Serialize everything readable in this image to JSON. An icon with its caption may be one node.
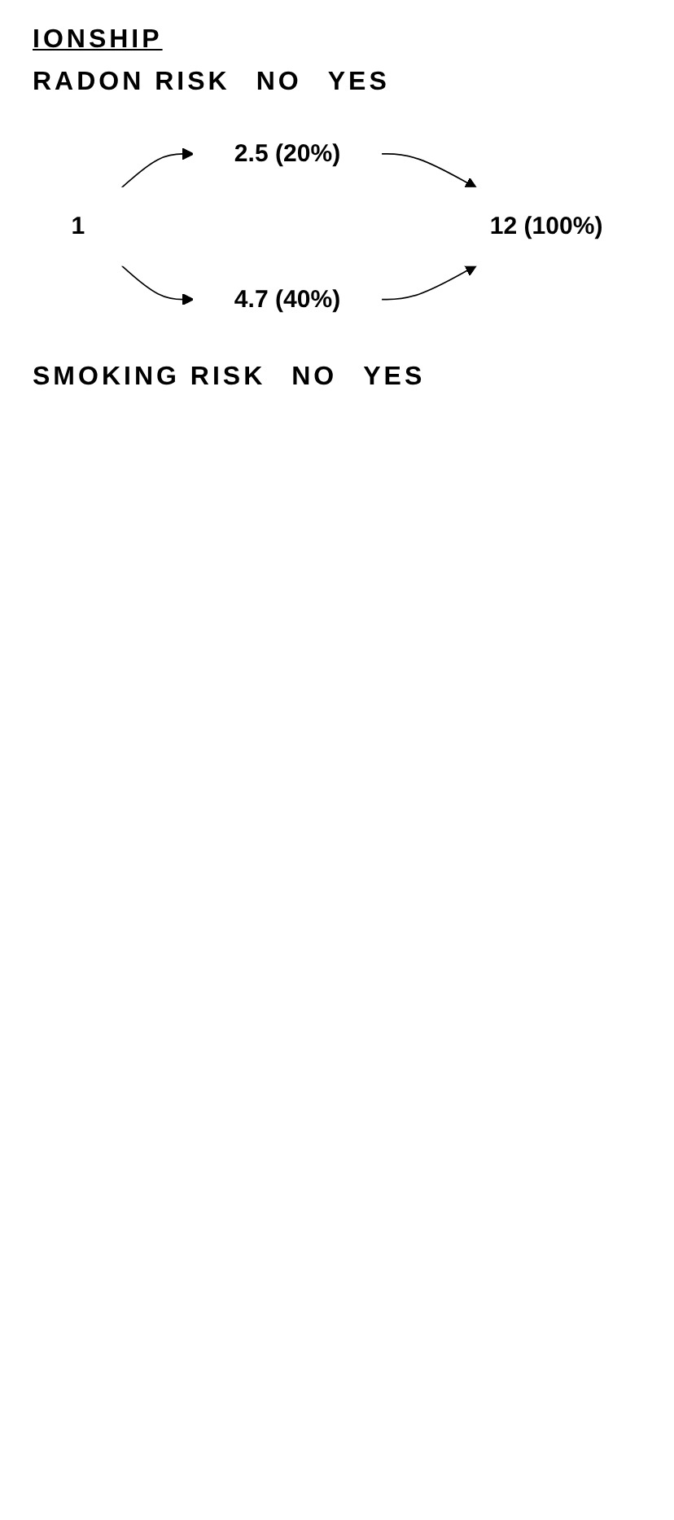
{
  "diagram": {
    "nodes": [
      {
        "text": [
          "1"
        ]
      },
      {
        "text": [
          "2.5 (20%)"
        ]
      },
      {
        "text": [
          "4.7 (40%)"
        ]
      },
      {
        "text": [
          "12 (100%)"
        ]
      }
    ],
    "edges": [
      {
        "from": 0,
        "to": 1,
        "arrow": "to"
      },
      {
        "from": 0,
        "to": 2,
        "arrow": "to"
      },
      {
        "from": 1,
        "to": 3,
        "arrow": "to"
      },
      {
        "from": 2,
        "to": 3,
        "arrow": "to"
      }
    ],
    "labels": [
      "IONSHIP",
      "RADON RISK",
      "NO",
      "YES",
      "SMOKING RISK",
      "NO",
      "YES"
    ]
  }
}
